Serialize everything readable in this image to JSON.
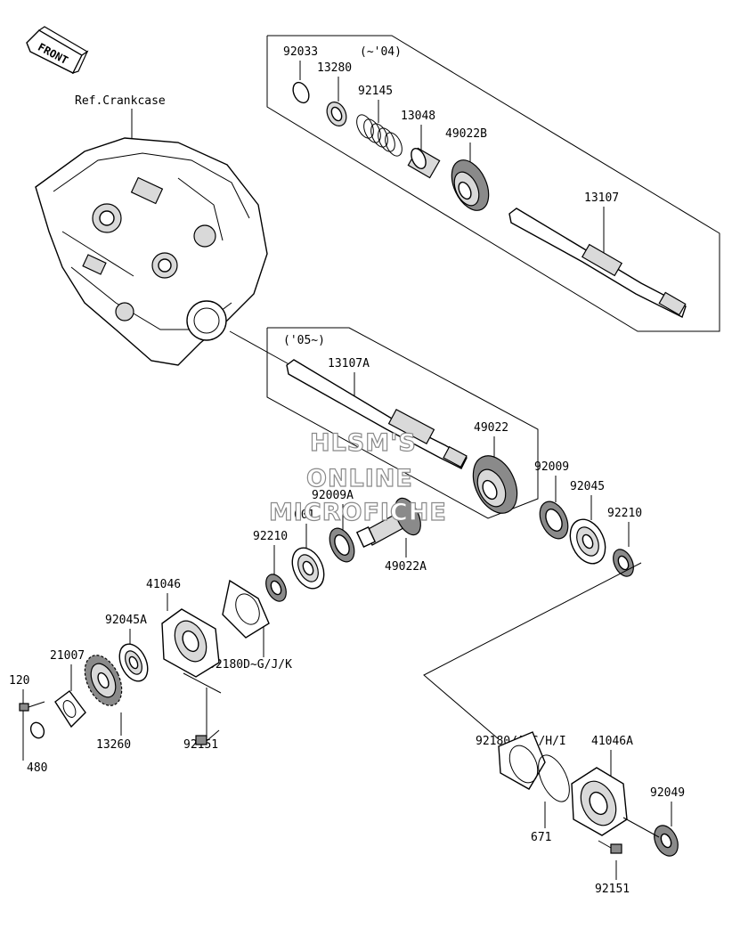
{
  "front_arrow": {
    "label": "FRONT"
  },
  "reference": {
    "label": "Ref.Crankcase"
  },
  "groups": {
    "upper_note": "(~'04)",
    "middle_note": "('05~)"
  },
  "parts": {
    "p92033": "92033",
    "p13280": "13280",
    "p92145": "92145",
    "p13048": "13048",
    "p49022B": "49022B",
    "p13107": "13107",
    "p13107A": "13107A",
    "p49022": "49022",
    "p92009A": "92009A",
    "p601": "601",
    "p49022A": "49022A",
    "p92009": "92009",
    "p92045": "92045",
    "p92210_right": "92210",
    "p92210_left": "92210",
    "p41046": "41046",
    "p92045A": "92045A",
    "p21007": "21007",
    "p120": "120",
    "p480": "480",
    "p13260": "13260",
    "p92151_left": "92151",
    "p92180D": "92180D~G/J/K",
    "p92180A": "92180/A~C/H/I",
    "p41046A": "41046A",
    "p92049": "92049",
    "p671": "671",
    "p92151_right": "92151"
  },
  "watermark": {
    "line1": "HLSM'S",
    "line2": "ONLINE",
    "line3": "MICROFICHE"
  }
}
